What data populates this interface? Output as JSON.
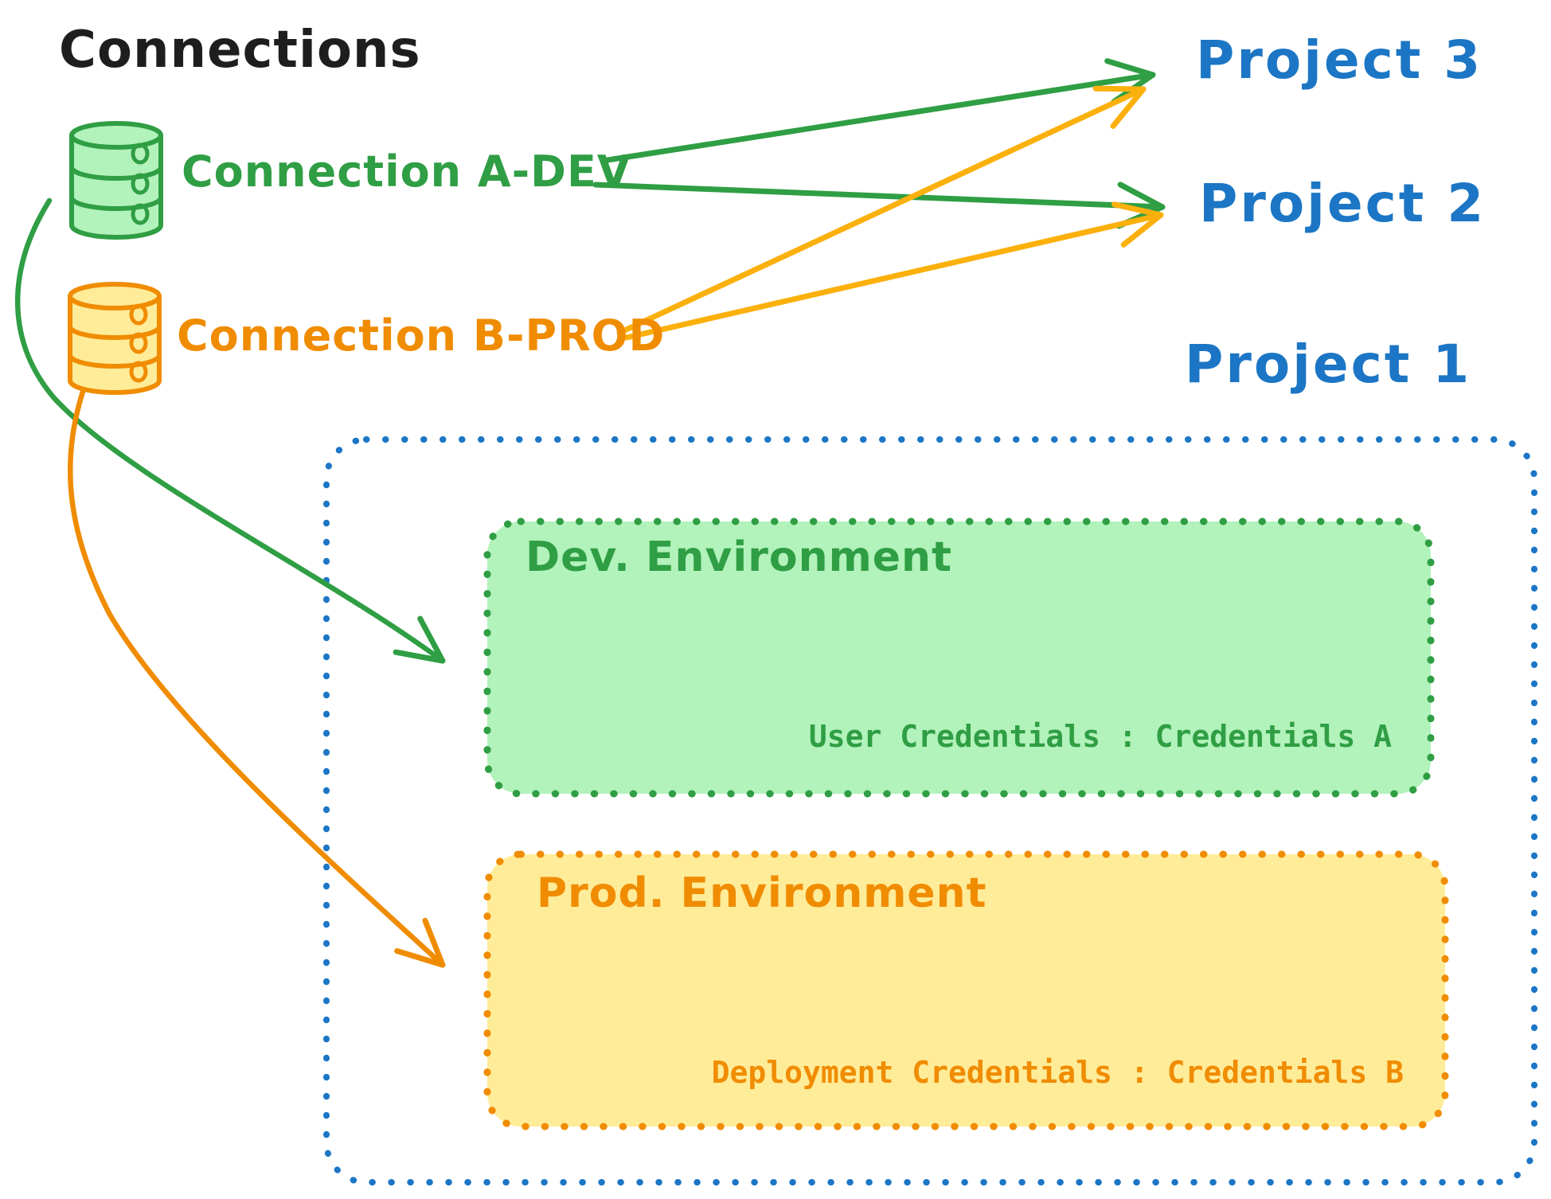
{
  "diagram_title": "Connections",
  "colors": {
    "green": "#2f9e44",
    "green_fill": "#b2f2bb",
    "orange": "#f08c00",
    "amber_arrow": "#fbb00c",
    "yellow_fill": "#ffec99",
    "blue": "#1c76c5",
    "ink": "#1e1e1e"
  },
  "connections": [
    {
      "label": "Connection A-DEV",
      "icon": "database-icon",
      "color": "#2f9e44"
    },
    {
      "label": "Connection B-PROD",
      "icon": "database-icon",
      "color": "#f08c00"
    }
  ],
  "projects": [
    {
      "label": "Project 3"
    },
    {
      "label": "Project 2"
    },
    {
      "label": "Project 1"
    }
  ],
  "environments": [
    {
      "title": "Dev. Environment",
      "credentials_label": "User Credentials : Credentials A"
    },
    {
      "title": "Prod. Environment",
      "credentials_label": "Deployment Credentials : Credentials B"
    }
  ],
  "edges": [
    {
      "from": "Connection A-DEV",
      "to": "Project 3"
    },
    {
      "from": "Connection A-DEV",
      "to": "Project 2"
    },
    {
      "from": "Connection B-PROD",
      "to": "Project 3"
    },
    {
      "from": "Connection B-PROD",
      "to": "Project 2"
    },
    {
      "from": "Connection A-DEV",
      "to": "Dev. Environment"
    },
    {
      "from": "Connection B-PROD",
      "to": "Prod. Environment"
    }
  ]
}
